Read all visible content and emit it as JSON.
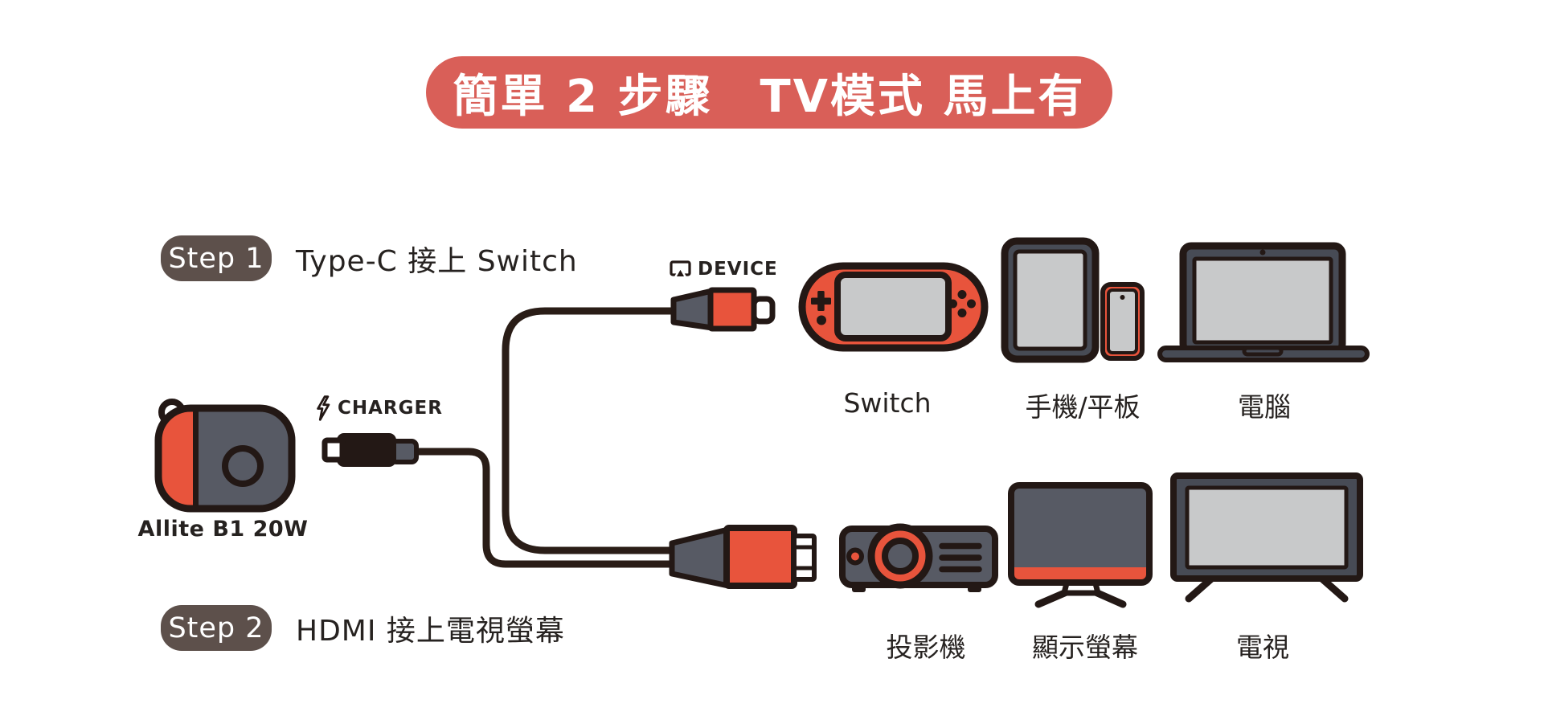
{
  "banner": {
    "title": "簡單 2 步驟　TV模式 馬上有"
  },
  "step1": {
    "badge": "Step 1",
    "label": "Type-C 接上 Switch"
  },
  "step2": {
    "badge": "Step 2",
    "label": "HDMI 接上電視螢幕"
  },
  "cable_labels": {
    "device": "DEVICE",
    "charger": "CHARGER"
  },
  "charger": {
    "caption": "Allite B1 20W"
  },
  "top_devices": [
    {
      "label": "Switch"
    },
    {
      "label": "手機/平板"
    },
    {
      "label": "電腦"
    }
  ],
  "bottom_devices": [
    {
      "label": "投影機"
    },
    {
      "label": "顯示螢幕"
    },
    {
      "label": "電視"
    }
  ],
  "colors": {
    "banner_bg": "#d95f58",
    "badge_bg": "#5d504b",
    "accent_orange": "#e8543c",
    "device_gray": "#575a64",
    "device_gray_dark": "#474b55",
    "screen_gray": "#c8c9ca",
    "outline": "#231815",
    "text": "#262220",
    "cable": "#2a1d17",
    "white": "#ffffff"
  }
}
